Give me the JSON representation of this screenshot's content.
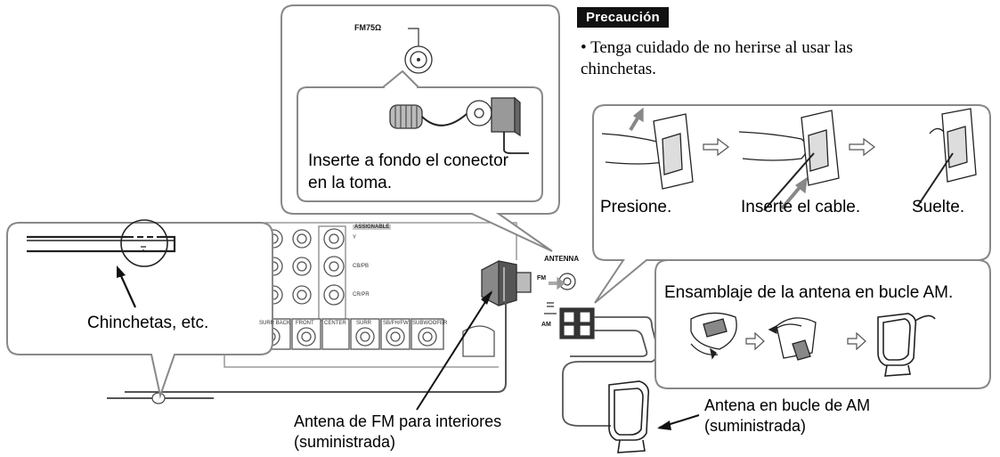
{
  "caution": {
    "title": "Precaución",
    "bullet": "•",
    "text": "Tenga cuidado de no herirse al usar las chinchetas."
  },
  "fm_callout": {
    "terminal_label": "FM75Ω",
    "instruction": "Inserte a fondo el conector en la toma."
  },
  "steps": {
    "press": "Presione.",
    "insert": "Inserte el cable.",
    "release": "Suelte."
  },
  "am_assembly": {
    "title": "Ensamblaje de la antena en bucle AM."
  },
  "pins_callout": {
    "label": "Chinchetas, etc."
  },
  "panel": {
    "antenna_label": "ANTENNA",
    "fm_label": "FM",
    "am_label": "AM",
    "assignable": "ASSIGNABLE",
    "jack_labels": [
      "SURR BACK",
      "FRONT",
      "CENTER",
      "SURR",
      "SB/FH/FW",
      "SUBWOOFER"
    ],
    "cb_pb": "CB/PB",
    "cr_pr": "CR/PR",
    "y": "Y"
  },
  "captions": {
    "fm_antenna": "Antena de FM para interiores",
    "fm_supplied": "(suministrada)",
    "am_antenna": "Antena en bucle de AM",
    "am_supplied": "(suministrada)"
  }
}
